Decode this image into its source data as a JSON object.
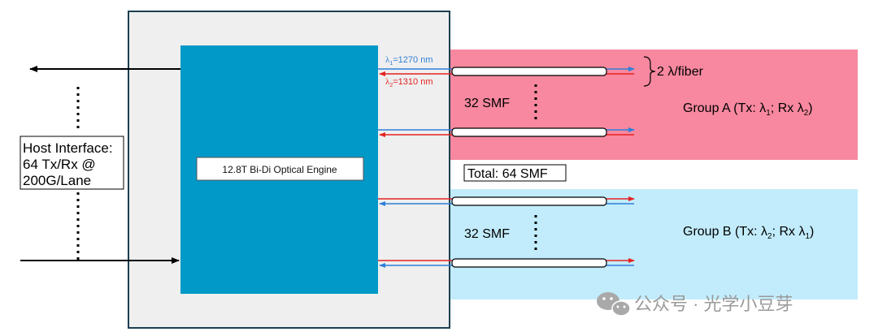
{
  "host_interface": {
    "line1": "Host Interface:",
    "line2": "64 Tx/Rx @",
    "line3": "200G/Lane"
  },
  "engine": {
    "label": "12.8T Bi-Di Optical Engine"
  },
  "wavelengths": {
    "lambda1_symbol": "λ",
    "lambda1_sub": "1",
    "lambda1_value": "=1270 nm",
    "lambda2_symbol": "λ",
    "lambda2_sub": "2",
    "lambda2_value": "=1310 nm"
  },
  "fiber_note": "2 λ/fiber",
  "group_a": {
    "smf_count": "32 SMF",
    "label": "Group A  (Tx: λ",
    "tx_sub": "1",
    "mid": "; Rx λ",
    "rx_sub": "2",
    "end": ")"
  },
  "group_b": {
    "smf_count": "32 SMF",
    "label": "Group B  (Tx: λ",
    "tx_sub": "2",
    "mid": "; Rx λ",
    "rx_sub": "1",
    "end": ")"
  },
  "total": "Total: 64 SMF",
  "watermark": "公众号 · 光学小豆芽",
  "colors": {
    "group_a_bg": "#f7889f",
    "group_b_bg": "#c2ecfb",
    "engine_fill": "#0099c8",
    "housing_fill": "#efefef",
    "housing_border": "#1b3f50",
    "tx_blue": "#2f7fd8",
    "rx_red": "#e52222"
  }
}
